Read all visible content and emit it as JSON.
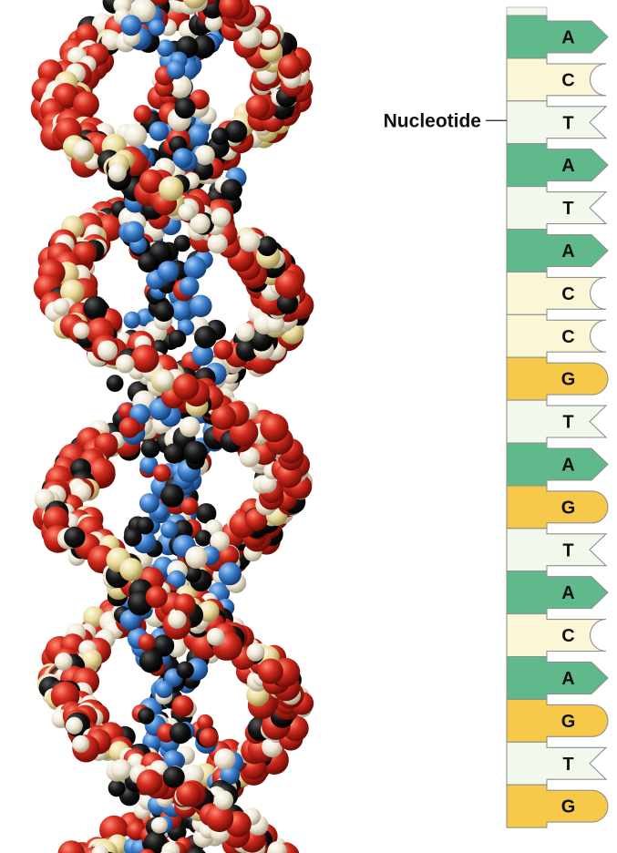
{
  "callout": {
    "label": "Nucleotide",
    "target_index": 2
  },
  "bases": [
    "A",
    "C",
    "T",
    "A",
    "T",
    "A",
    "C",
    "C",
    "G",
    "T",
    "A",
    "G",
    "T",
    "A",
    "C",
    "A",
    "G",
    "T",
    "G"
  ],
  "base_colors": {
    "A": "#5fb98a",
    "C": "#fbf7d6",
    "T": "#f3f8ec",
    "G": "#f6c94a"
  },
  "model_colors": {
    "oxygen": "#d42b1e",
    "hydrogen": "#f1ead8",
    "carbon": "#121212",
    "nitrogen": "#3b7fce",
    "phosphorus": "#e8d898"
  }
}
